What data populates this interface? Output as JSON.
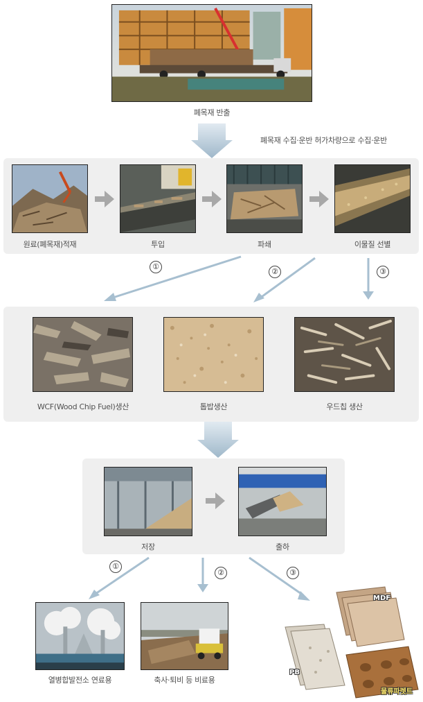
{
  "top": {
    "caption": "폐목재 반출",
    "note": "폐목재 수집·운반 허가차량으로 수집·운반"
  },
  "process": {
    "steps": [
      {
        "label": "원료(폐목재)적재"
      },
      {
        "label": "투입"
      },
      {
        "label": "파쇄"
      },
      {
        "label": "이물질 선별"
      }
    ]
  },
  "products": {
    "items": [
      {
        "label": "WCF(Wood Chip Fuel)생산"
      },
      {
        "label": "톱밥생산"
      },
      {
        "label": "우드칩 생산"
      }
    ]
  },
  "logistics": {
    "items": [
      {
        "label": "저장"
      },
      {
        "label": "출하"
      }
    ]
  },
  "routes": {
    "first": [
      "①",
      "②",
      "③"
    ],
    "second": [
      "①",
      "②",
      "③"
    ]
  },
  "uses": {
    "items": [
      {
        "label": "열병합발전소 연료용"
      },
      {
        "label": "축사·퇴비 등 비료용"
      }
    ],
    "boards": {
      "mdf": "MDF",
      "pb": "PB",
      "pallet": "물류파렛트"
    }
  },
  "colors": {
    "panel": "#efefef",
    "arrow_blue": "#a7bfd0",
    "arrow_gray": "#a8a8a8"
  }
}
